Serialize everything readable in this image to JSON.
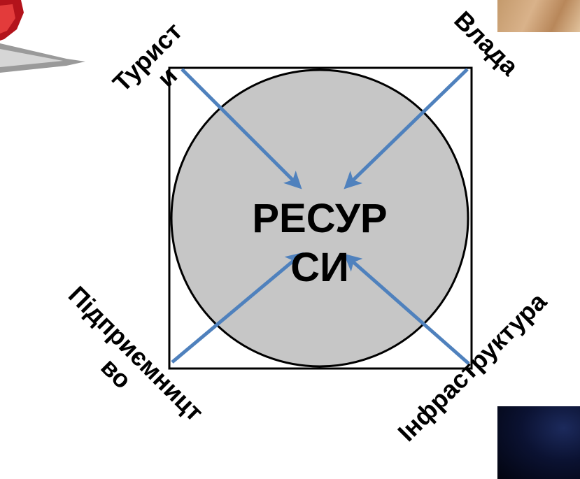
{
  "diagram": {
    "center_label": "РЕСУР\nСИ",
    "corner_labels": {
      "top_left": "Турист\nи",
      "top_right": "Влада",
      "bottom_left": "Підприємницт\nво",
      "bottom_right": "Інфраструктура"
    },
    "colors": {
      "circle_fill": "#c6c6c6",
      "arrow": "#4f81bd",
      "border": "#000000"
    }
  }
}
